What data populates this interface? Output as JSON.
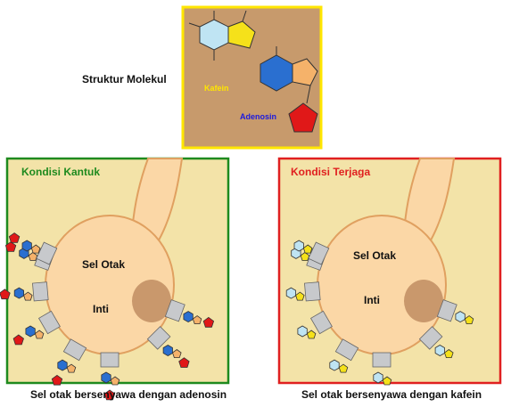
{
  "molecule_box": {
    "heading": "Struktur Molekul",
    "caffeine_label": "Kafein",
    "adenosine_label": "Adenosin"
  },
  "panels": [
    {
      "title": "Kondisi Kantuk",
      "cell_label": "Sel Otak",
      "nucleus_label": "Inti",
      "caption": "Sel otak bersenyawa dengan adenosin"
    },
    {
      "title": "Kondisi Terjaga",
      "cell_label": "Sel Otak",
      "nucleus_label": "Inti",
      "caption": "Sel otak bersenyawa dengan kafein"
    }
  ],
  "colors": {
    "molecule_frame": "#ffe600",
    "molecule_bg": "#c79a6c",
    "sleepy_frame": "#1e8a1e",
    "awake_frame": "#e02020",
    "panel_bg": "#f3e3a8",
    "cell_fill": "#fbd7a6",
    "cell_outline": "#e0a060",
    "nucleus": "#c9986c",
    "caffeine_label_color": "#ffe600",
    "adenosine_label_color": "#1a1adf",
    "adenosine_blue": "#2a6fd0",
    "adenosine_red": "#e01818",
    "caffeine_yellow": "#f5e11a",
    "caffeine_lightblue": "#bfe4f3",
    "receptor_orange": "#f5b26a",
    "receptor_grey": "#c7c9cc"
  }
}
